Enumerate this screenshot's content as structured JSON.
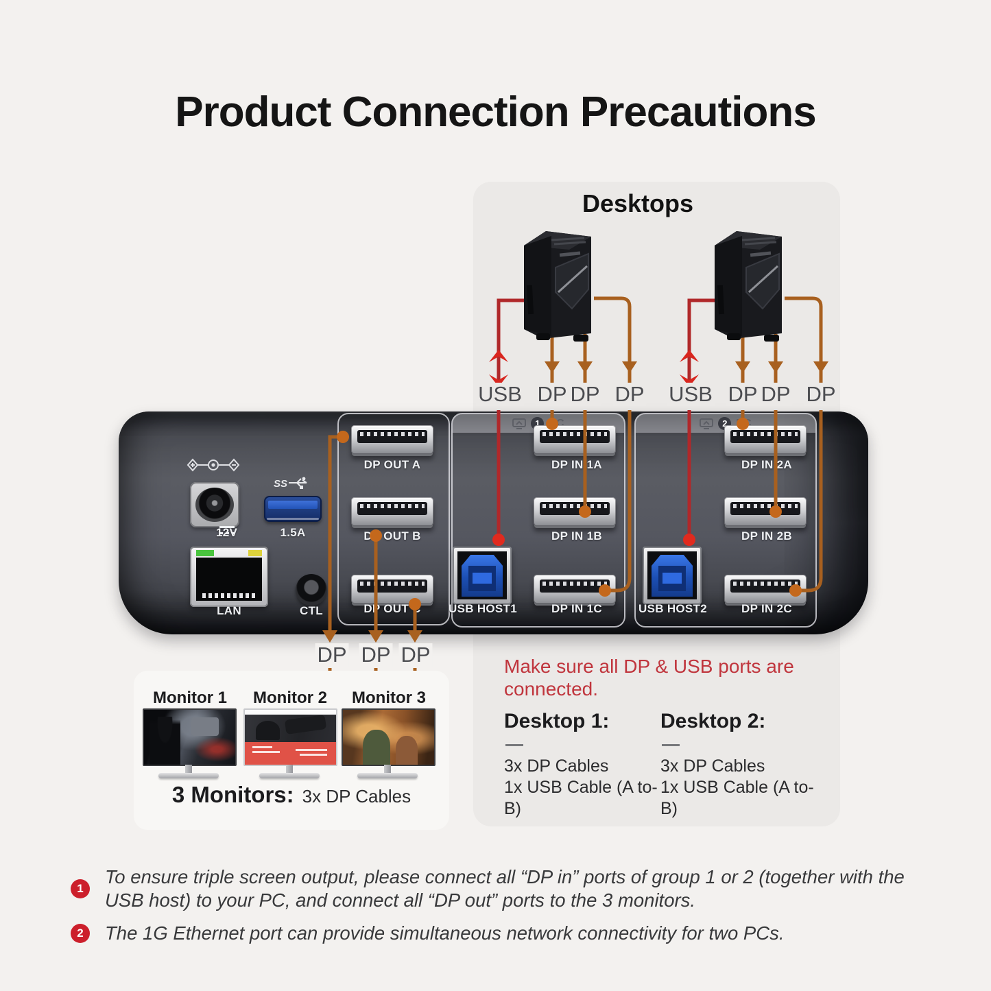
{
  "title": "Product Connection Precautions",
  "desktops": {
    "title": "Desktops",
    "cable_labels_1": [
      "USB",
      "DP",
      "DP",
      "DP"
    ],
    "cable_labels_2": [
      "USB",
      "DP",
      "DP",
      "DP"
    ]
  },
  "dock": {
    "power": {
      "label": "12V"
    },
    "usb_a": {
      "ss": "SS",
      "label": "1.5A"
    },
    "lan": {
      "label": "LAN"
    },
    "ctl": {
      "label": "CTL"
    },
    "dp_out": {
      "ports": [
        "DP OUT A",
        "DP OUT B",
        "DP OUT C"
      ]
    },
    "group1": {
      "number": "1",
      "header": "PC",
      "dp_ports": [
        "DP IN 1A",
        "DP IN 1B",
        "DP IN 1C"
      ],
      "usb_label": "USB HOST1"
    },
    "group2": {
      "number": "2",
      "header": "PC",
      "dp_ports": [
        "DP IN 2A",
        "DP IN 2B",
        "DP IN 2C"
      ],
      "usb_label": "USB HOST2"
    }
  },
  "monitors": {
    "dp_labels": [
      "DP",
      "DP",
      "DP"
    ],
    "items": [
      "Monitor 1",
      "Monitor 2",
      "Monitor 3"
    ],
    "caption_bold": "3 Monitors:",
    "caption_rest": "3x DP Cables"
  },
  "info": {
    "warning_line1": "Make sure all DP & USB ports are",
    "warning_line2": "connected.",
    "columns": [
      {
        "heading": "Desktop 1:",
        "lines": [
          "3x DP Cables",
          "1x USB Cable (A to-B)"
        ]
      },
      {
        "heading": "Desktop 2:",
        "lines": [
          "3x DP Cables",
          "1x USB Cable (A to-B)"
        ]
      }
    ]
  },
  "notes": [
    {
      "number": "1",
      "lines": [
        "To ensure triple screen output, please connect all “DP in” ports of group 1 or 2 (together with the",
        "USB host) to your PC, and connect all “DP out” ports to the 3 monitors."
      ]
    },
    {
      "number": "2",
      "lines": [
        "The 1G Ethernet port can provide simultaneous network connectivity for two PCs."
      ]
    }
  ],
  "colors": {
    "dp_cable": "#a8601f",
    "usb_cable": "#b0282a",
    "warning_red": "#c0353d",
    "note_badge_red": "#cc1f2b"
  }
}
